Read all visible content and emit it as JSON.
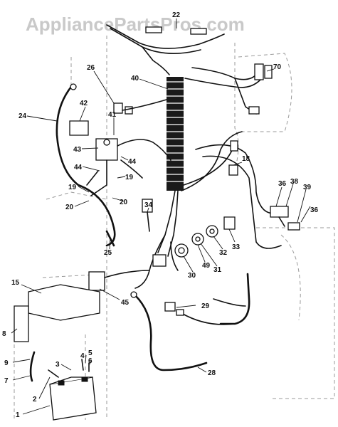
{
  "watermark": "AppliancePartsPros.com",
  "callouts": [
    "22",
    "70",
    "26",
    "40",
    "42",
    "24",
    "41",
    "43",
    "44",
    "18",
    "44",
    "19",
    "19",
    "20",
    "20",
    "34",
    "36",
    "38",
    "39",
    "36",
    "25",
    "33",
    "32",
    "31",
    "30",
    "49",
    "15",
    "45",
    "29",
    "6",
    "8",
    "4",
    "5",
    "3",
    "9",
    "7",
    "2",
    "28",
    "1"
  ]
}
